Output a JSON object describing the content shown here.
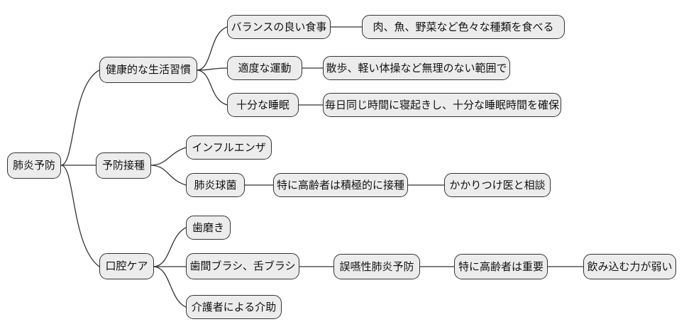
{
  "diagram_type": "mindmap",
  "colors": {
    "background": "#ffffff",
    "node_fill": "#ececec",
    "node_border": "#333333",
    "edge": "#333333",
    "text": "#111111"
  },
  "tree": {
    "label": "肺炎予防",
    "children": [
      {
        "label": "健康的な生活習慣",
        "children": [
          {
            "label": "バランスの良い食事",
            "children": [
              {
                "label": "肉、魚、野菜など色々な種類を食べる"
              }
            ]
          },
          {
            "label": "適度な運動",
            "children": [
              {
                "label": "散歩、軽い体操など無理のない範囲で"
              }
            ]
          },
          {
            "label": "十分な睡眠",
            "children": [
              {
                "label": "毎日同じ時間に寝起きし、十分な睡眠時間を確保"
              }
            ]
          }
        ]
      },
      {
        "label": "予防接種",
        "children": [
          {
            "label": "インフルエンザ"
          },
          {
            "label": "肺炎球菌",
            "children": [
              {
                "label": "特に高齢者は積極的に接種",
                "children": [
                  {
                    "label": "かかりつけ医と相談"
                  }
                ]
              }
            ]
          }
        ]
      },
      {
        "label": "口腔ケア",
        "children": [
          {
            "label": "歯磨き"
          },
          {
            "label": "歯間ブラシ、舌ブラシ",
            "children": [
              {
                "label": "誤嚥性肺炎予防",
                "children": [
                  {
                    "label": "特に高齢者は重要",
                    "children": [
                      {
                        "label": "飲み込む力が弱い"
                      }
                    ]
                  }
                ]
              }
            ]
          },
          {
            "label": "介護者による介助"
          }
        ]
      }
    ]
  }
}
